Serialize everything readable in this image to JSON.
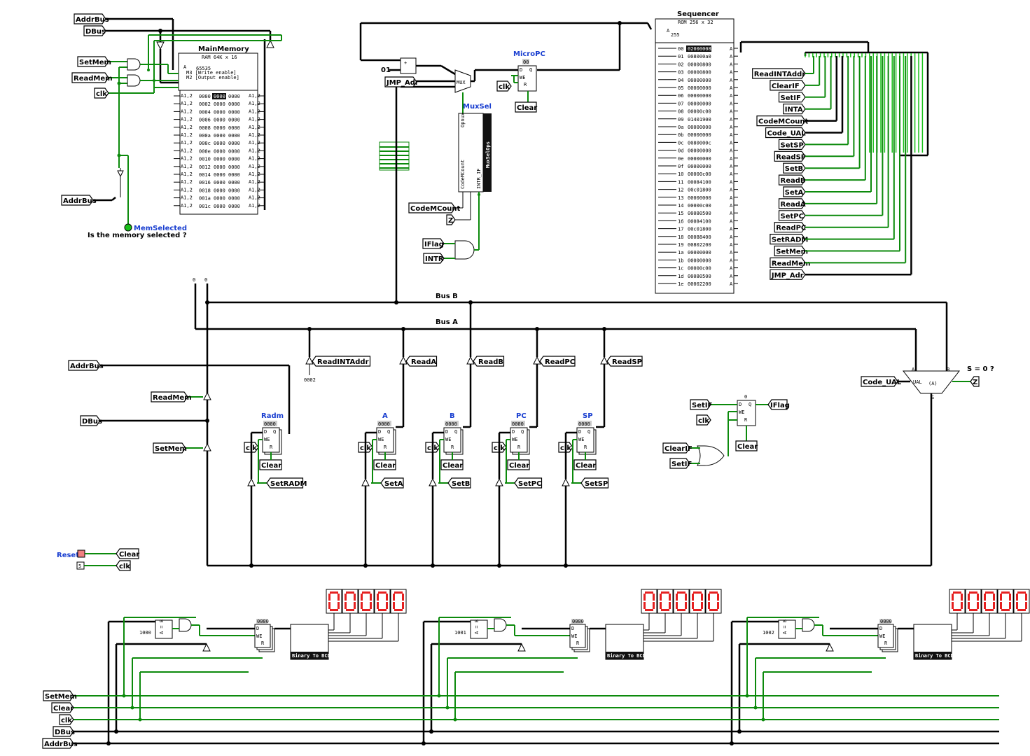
{
  "title": "Logisim CPU circuit",
  "components": {
    "main_memory": {
      "name": "MainMemory",
      "type": "RAM 64K x 16",
      "rows": [
        [
          "0000",
          "0000",
          "0000"
        ],
        [
          "0002",
          "0000",
          "0000"
        ],
        [
          "0004",
          "0000",
          "0000"
        ],
        [
          "0006",
          "0000",
          "0000"
        ],
        [
          "0008",
          "0000",
          "0000"
        ],
        [
          "000a",
          "0000",
          "0000"
        ],
        [
          "000c",
          "0000",
          "0000"
        ],
        [
          "000e",
          "0000",
          "0000"
        ],
        [
          "0010",
          "0000",
          "0000"
        ],
        [
          "0012",
          "0000",
          "0000"
        ],
        [
          "0014",
          "0000",
          "0000"
        ],
        [
          "0016",
          "0000",
          "0000"
        ],
        [
          "0018",
          "0000",
          "0000"
        ],
        [
          "001a",
          "0000",
          "0000"
        ],
        [
          "001c",
          "0000",
          "0000"
        ]
      ],
      "lines": [
        "M3 [Write enable]",
        "M2 [Output enable]",
        "65535"
      ]
    },
    "mem_selected": {
      "label": "MemSelected",
      "question": "Is the memory selected ?"
    },
    "sequencer": {
      "name": "Sequencer",
      "type": "ROM 256 x 32",
      "rows": [
        [
          "00",
          "02000008"
        ],
        [
          "01",
          "008000a0"
        ],
        [
          "02",
          "00000800"
        ],
        [
          "03",
          "00000800"
        ],
        [
          "04",
          "00000000"
        ],
        [
          "05",
          "00000000"
        ],
        [
          "06",
          "00000000"
        ],
        [
          "07",
          "00000000"
        ],
        [
          "08",
          "00000c00"
        ],
        [
          "09",
          "01401900"
        ],
        [
          "0a",
          "00000000"
        ],
        [
          "0b",
          "00000000"
        ],
        [
          "0c",
          "0080000c"
        ],
        [
          "0d",
          "00000000"
        ],
        [
          "0e",
          "00000000"
        ],
        [
          "0f",
          "00000000"
        ],
        [
          "10",
          "00000c00"
        ],
        [
          "11",
          "00084100"
        ],
        [
          "12",
          "00c01800"
        ],
        [
          "13",
          "00000000"
        ],
        [
          "14",
          "00000c00"
        ],
        [
          "15",
          "00080500"
        ],
        [
          "16",
          "00084100"
        ],
        [
          "17",
          "00c01800"
        ],
        [
          "18",
          "00088400"
        ],
        [
          "19",
          "00802200"
        ],
        [
          "1a",
          "00000000"
        ],
        [
          "1b",
          "00000000"
        ],
        [
          "1c",
          "00000c00"
        ],
        [
          "1d",
          "00080500"
        ],
        [
          "1e",
          "00002200"
        ]
      ]
    },
    "micro_pc": {
      "name": "MicroPC",
      "value": "00"
    },
    "mux_sel": {
      "name": "MuxSel",
      "side": "MuxSelOps",
      "pins": [
        "Opnux",
        "CodeMCount",
        "INTR_IF",
        "Z"
      ]
    },
    "mux_label": "MUX",
    "alu": {
      "label": "UAL",
      "s_label": "S = 0 ?",
      "flag": "Z"
    },
    "bus_a": "Bus A",
    "bus_b": "Bus B",
    "registers": [
      {
        "name": "Radm",
        "value": "0000",
        "set": "SetRADM",
        "read": "ReadINTAddr",
        "readval": "0002"
      },
      {
        "name": "A",
        "value": "0000",
        "set": "SetA",
        "read": "ReadA"
      },
      {
        "name": "B",
        "value": "0000",
        "set": "SetB",
        "read": "ReadB"
      },
      {
        "name": "PC",
        "value": "0000",
        "set": "SetPC",
        "read": "ReadPC"
      },
      {
        "name": "SP",
        "value": "0000",
        "set": "SetSP",
        "read": "ReadSP"
      }
    ],
    "if_reg": {
      "value": "0"
    },
    "reset": "Reset",
    "displays": [
      {
        "addr": "1000",
        "value": "0000",
        "digits": "00000",
        "bcd": "Binary To BCD"
      },
      {
        "addr": "1001",
        "value": "0000",
        "digits": "00000",
        "bcd": "Binary To BCD"
      },
      {
        "addr": "1002",
        "value": "0000",
        "digits": "00000",
        "bcd": "Binary To BCD"
      }
    ],
    "seq_outputs": [
      "ReadINTAddr",
      "ClearIF",
      "SetIF",
      "INTA",
      "CodeMCount",
      "Code_UAL",
      "SetSP",
      "ReadSP",
      "SetB",
      "ReadB",
      "SetA",
      "ReadA",
      "SetPC",
      "ReadPC",
      "SetRADM",
      "SetMem",
      "ReadMem",
      "JMP_Adr"
    ],
    "pins": {
      "addrbus": "AddrBus",
      "dbus": "DBus",
      "setmem": "SetMem",
      "readmem": "ReadMem",
      "clk": "clk",
      "clear": "Clear",
      "jmp": "JMP_Adr",
      "codemcount": "CodeMCount",
      "z": "Z",
      "iflag": "IFlag",
      "intr": "INTR",
      "setif": "SetIF",
      "clearif": "ClearIF",
      "code_ual": "Code_UAL",
      "const01": "01",
      "c5": "5"
    }
  },
  "colors": {
    "wire": "#000000",
    "wire_active": "#0c8a0c",
    "led_on": "#e52020",
    "label_blue": "#1a3fd0"
  }
}
